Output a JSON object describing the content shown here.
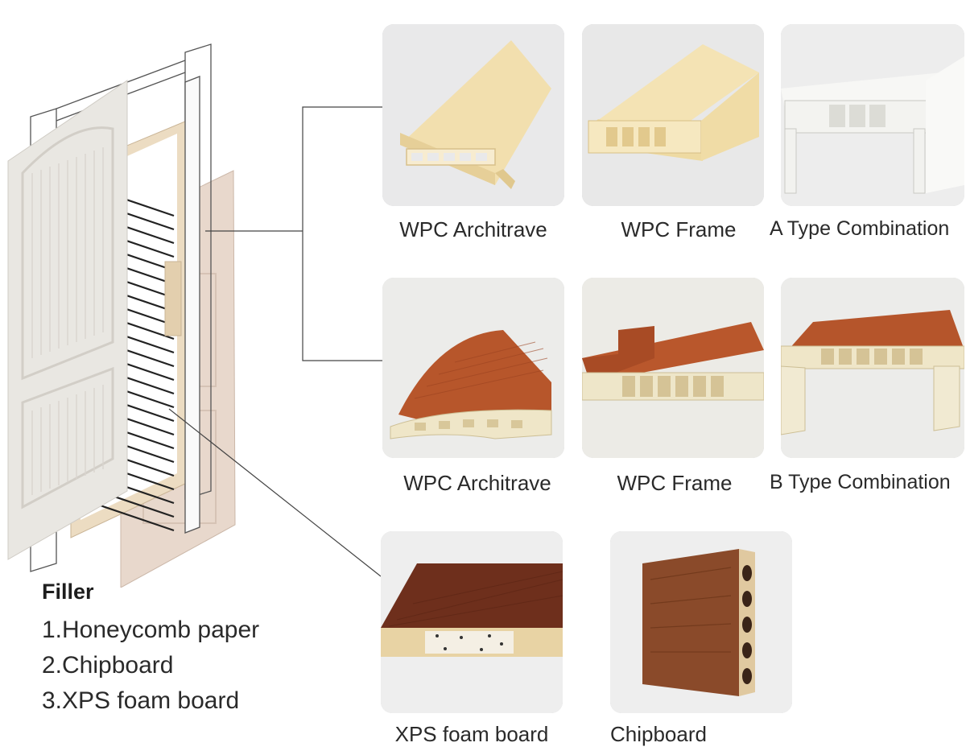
{
  "captions": {
    "row1": [
      "WPC Architrave",
      "WPC Frame",
      "A Type Combination"
    ],
    "row2": [
      "WPC Architrave",
      "WPC Frame",
      "B Type Combination"
    ],
    "row3": [
      "XPS foam board",
      "Chipboard"
    ]
  },
  "filler": {
    "title": "Filler",
    "items": [
      "1.Honeycomb paper",
      "2.Chipboard",
      "3.XPS foam board"
    ]
  },
  "colors": {
    "wpc_beige": "#f2dfae",
    "wpc_white": "#f4f4f2",
    "wood_red": "#b7562b",
    "wood_dark": "#6e2f1c",
    "particle": "#e0c9a0",
    "line": "#444444"
  }
}
